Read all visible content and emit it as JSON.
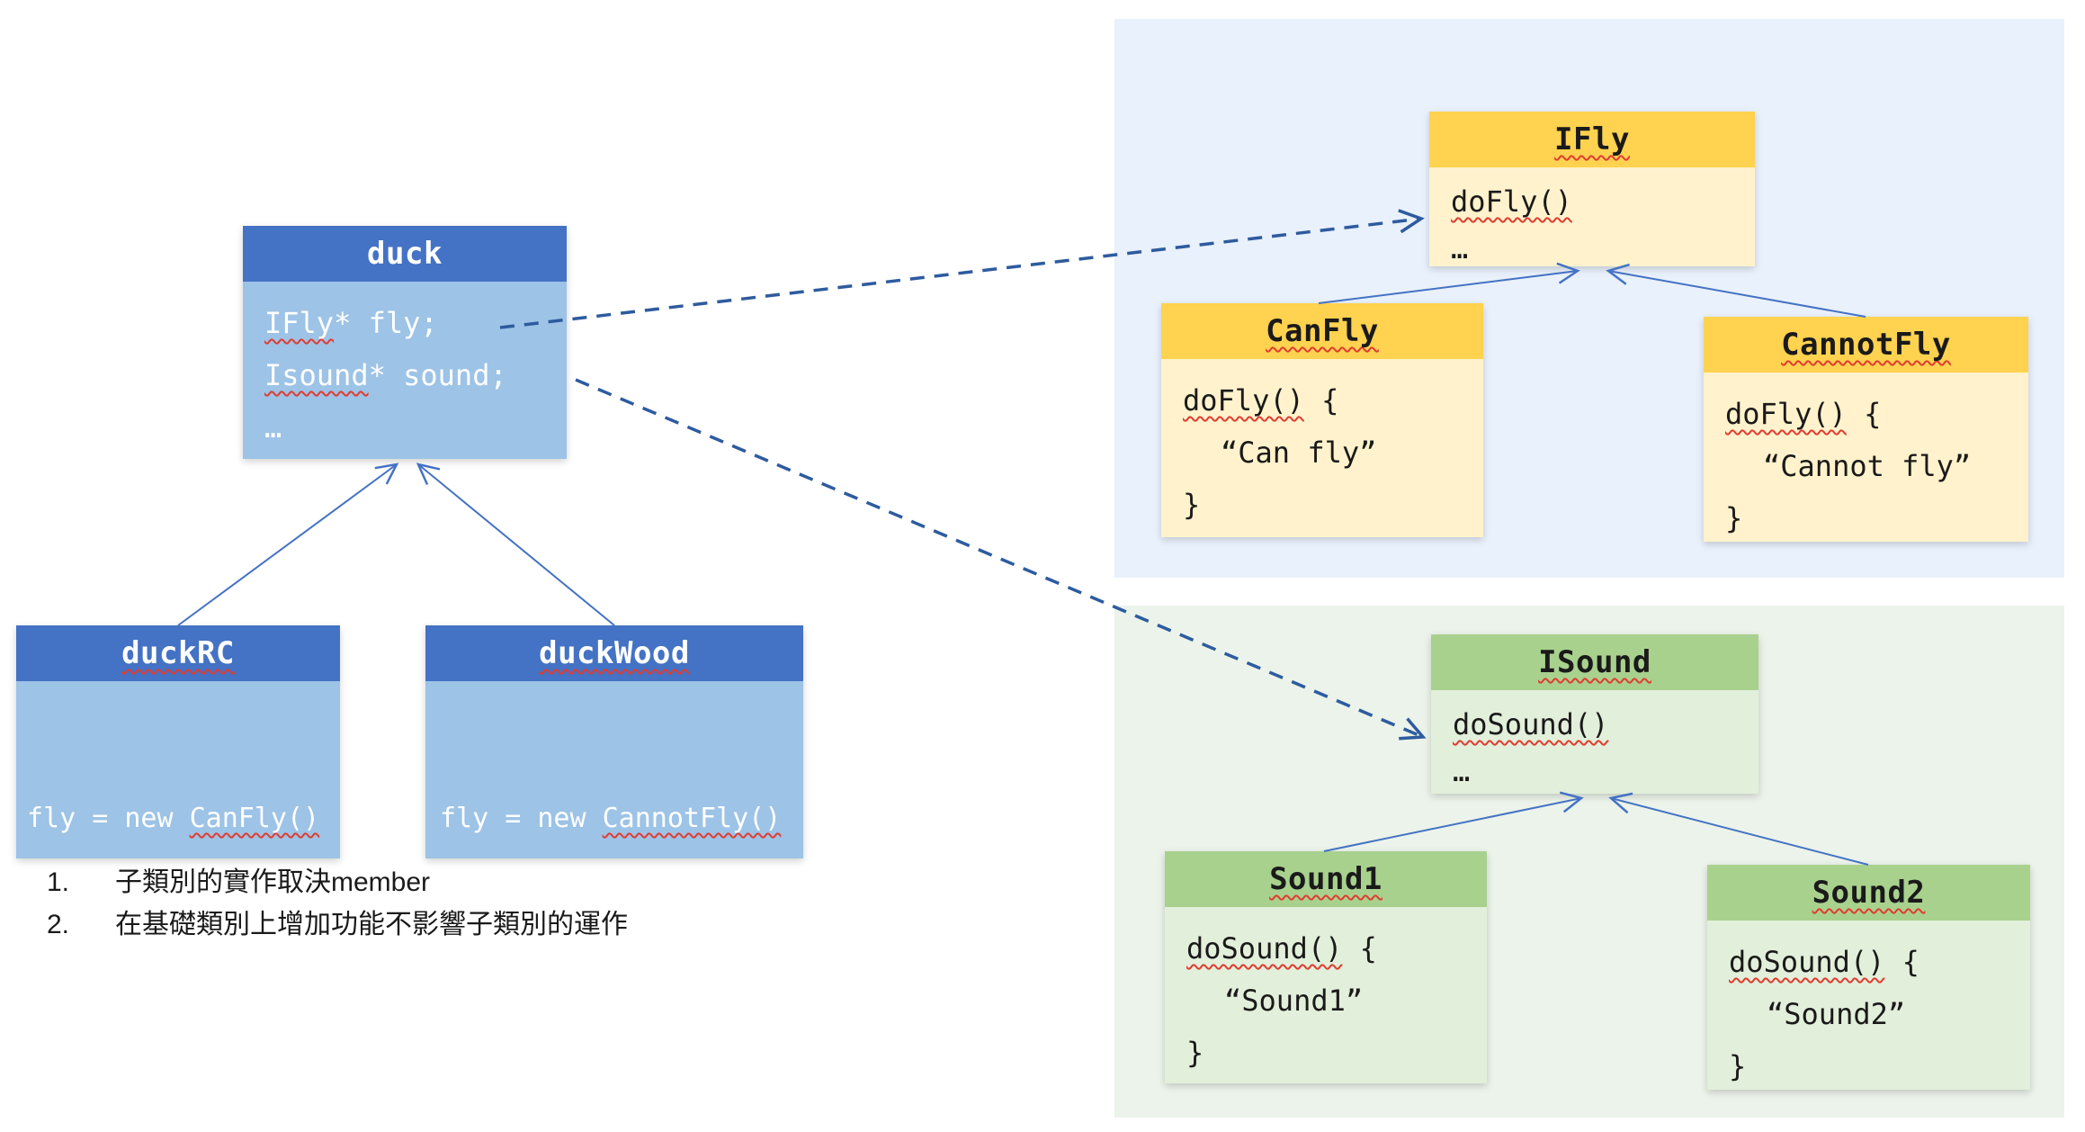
{
  "duck": {
    "title": "duck",
    "line1_type": "IFly",
    "line1_rest": "* fly;",
    "line2_type": "Isound",
    "line2_rest": "* sound;",
    "line3": "…"
  },
  "duckRC": {
    "title": "duckRC",
    "body_prefix": "fly = new ",
    "body_class": "CanFly()"
  },
  "duckWood": {
    "title": "duckWood",
    "body_prefix": "fly = new ",
    "body_class": "CannotFly()"
  },
  "ifly": {
    "title": "IFly",
    "method": "doFly()",
    "ellipsis": "…"
  },
  "canfly": {
    "title": "CanFly",
    "l1_method": "doFly()",
    "l1_rest": " {",
    "l2": "“Can fly”",
    "l3": "}"
  },
  "cannotfly": {
    "title": "CannotFly",
    "l1_method": "doFly()",
    "l1_rest": " {",
    "l2": "“Cannot fly”",
    "l3": "}"
  },
  "isound": {
    "title": "ISound",
    "method": "doSound()",
    "ellipsis": "…"
  },
  "sound1": {
    "title": "Sound1",
    "l1_method": "doSound()",
    "l1_rest": " {",
    "l2": "“Sound1”",
    "l3": "}"
  },
  "sound2": {
    "title": "Sound2",
    "l1_method": "doSound()",
    "l1_rest": " {",
    "l2": "“Sound2”",
    "l3": "}"
  },
  "notes": {
    "item1_num": "1.",
    "item1_text": "子類別的實作取決member",
    "item2_num": "2.",
    "item2_text": "在基礎類別上增加功能不影響子類別的運作"
  },
  "colors": {
    "header_blue": "#4472c4",
    "body_blue": "#9dc3e6",
    "header_gold": "#ffd24f",
    "body_gold": "#fff2cc",
    "header_green": "#a9d18e",
    "body_green": "#e2efda",
    "panel_blue": "#e9f1fc",
    "panel_green": "#ebf3ea",
    "connector_blue": "#4472c4",
    "dashed_connector_blue": "#2e5b9f",
    "spellcheck_red": "#e03c31"
  }
}
